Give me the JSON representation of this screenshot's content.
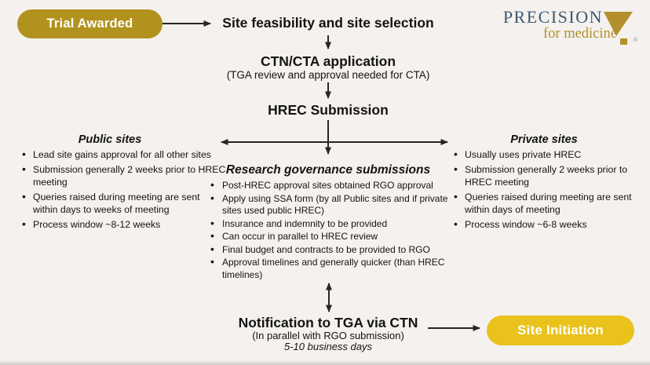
{
  "colors": {
    "background": "#f4f1ee",
    "text": "#141414",
    "arrow": "#262626",
    "pill_dark_gold": "#b2921f",
    "pill_bright_gold": "#e9c21b",
    "logo_blue": "#3d5a74",
    "logo_gold": "#b3902c"
  },
  "start_pill": {
    "label": "Trial Awarded"
  },
  "end_pill": {
    "label": "Site Initiation"
  },
  "logo": {
    "line1": "PRECISION",
    "line2": "for medicine",
    "reg_mark": "®"
  },
  "flow": {
    "step1": "Site feasibility and site selection",
    "step2_title": "CTN/CTA application",
    "step2_sub": "(TGA review and approval needed for CTA)",
    "step3": "HREC Submission"
  },
  "public_sites": {
    "title": "Public sites",
    "bullets": [
      "Lead site gains approval for all other sites",
      "Submission generally 2 weeks prior to HREC meeting",
      "Queries raised during meeting are sent within days to weeks of meeting",
      "Process window ~8-12 weeks"
    ]
  },
  "private_sites": {
    "title": "Private sites",
    "bullets": [
      "Usually uses private HREC",
      "Submission generally 2 weeks prior to HREC meeting",
      "Queries raised during meeting are sent within days of meeting",
      "Process window ~6-8 weeks"
    ]
  },
  "rgo": {
    "title": "Research governance submissions",
    "bullets": [
      "Post-HREC approval sites obtained RGO approval",
      "Apply using SSA form (by all Public sites and if private sites used public HREC)",
      "Insurance and indemnity to be provided",
      "Can occur in parallel to HREC review",
      "Final budget and contracts to be provided to RGO",
      "Approval timelines and generally quicker (than HREC timelines)"
    ]
  },
  "notification": {
    "title": "Notification to TGA via CTN",
    "sub": "(In parallel with RGO submission)",
    "duration": "5-10 business days"
  }
}
